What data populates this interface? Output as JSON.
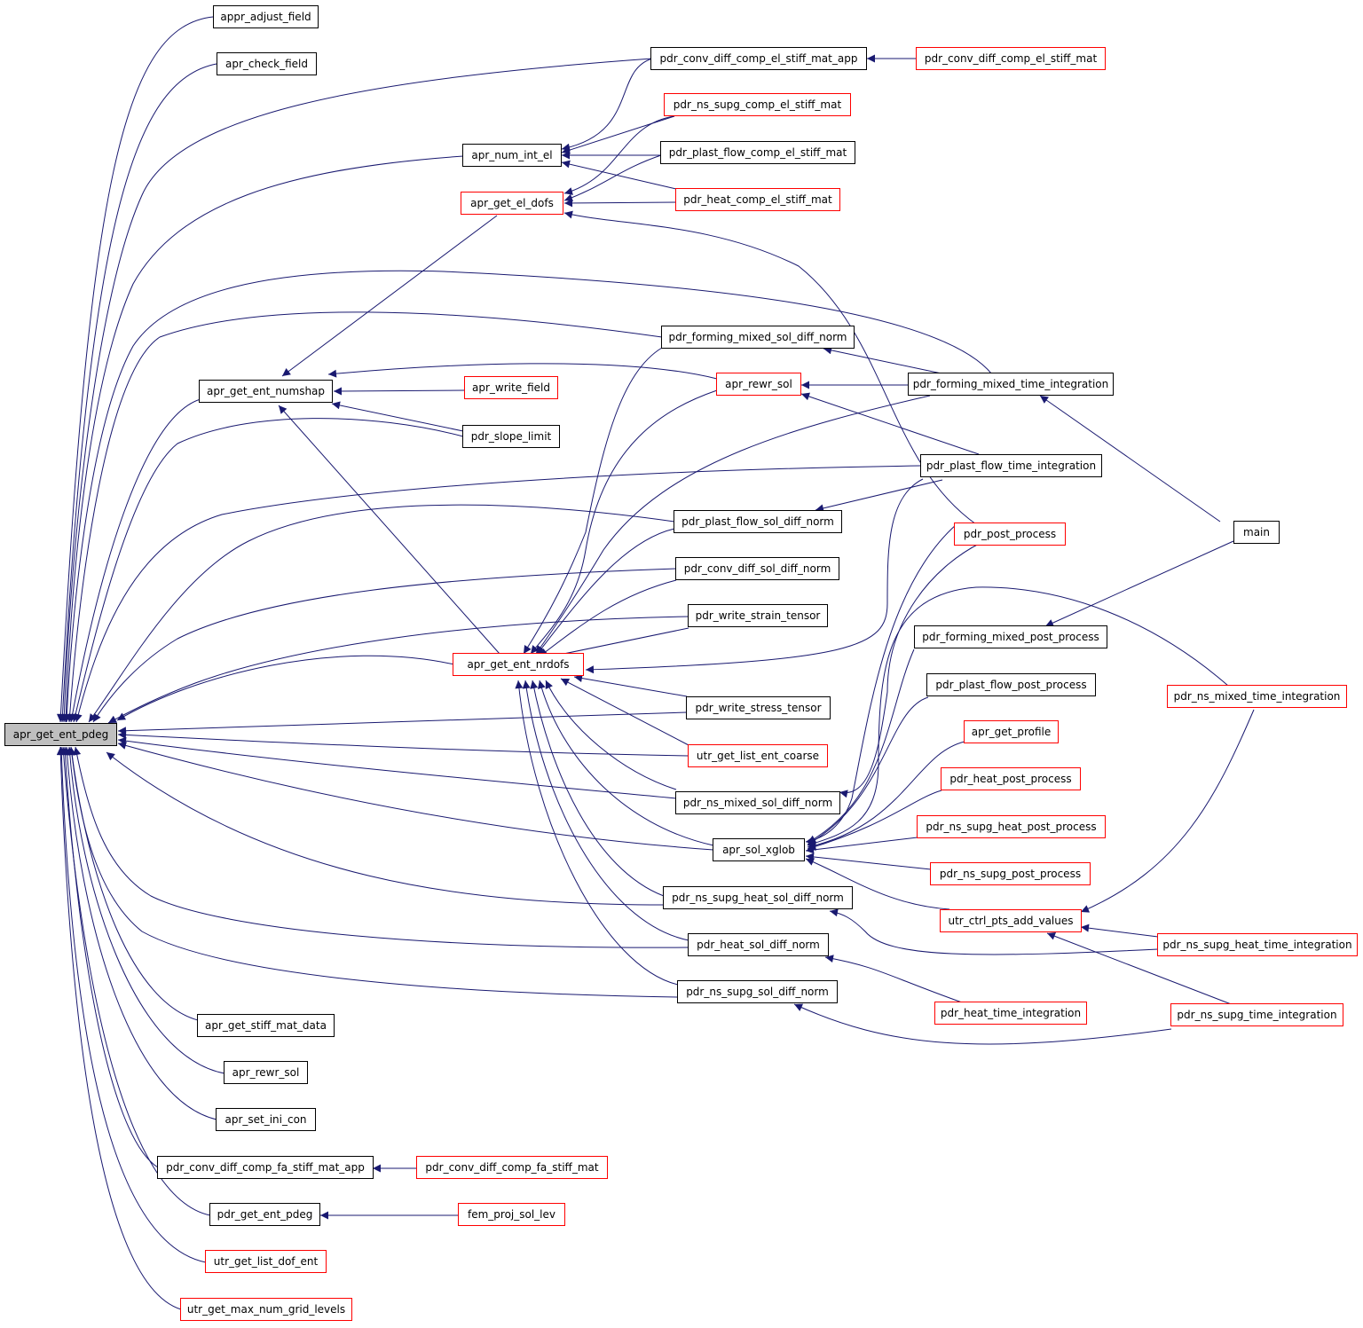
{
  "colors": {
    "edge": "#191970",
    "border_normal": "#000000",
    "border_truncated": "#ff0000",
    "root_fill": "#bfbfbf"
  },
  "nodes": {
    "root": "apr_get_ent_pdeg",
    "n1": "appr_adjust_field",
    "n2": "apr_check_field",
    "n3": "pdr_conv_diff_comp_el_stiff_mat_app",
    "n4": "pdr_conv_diff_comp_el_stiff_mat",
    "n5": "pdr_ns_supg_comp_el_stiff_mat",
    "n6": "apr_num_int_el",
    "n7": "pdr_plast_flow_comp_el_stiff_mat",
    "n8": "apr_get_el_dofs",
    "n9": "pdr_heat_comp_el_stiff_mat",
    "n10": "pdr_forming_mixed_sol_diff_norm",
    "n11": "apr_get_ent_numshap",
    "n12": "apr_write_field",
    "n13": "apr_rewr_sol",
    "n14": "pdr_forming_mixed_time_integration",
    "n15": "pdr_slope_limit",
    "n16": "pdr_plast_flow_time_integration",
    "n17": "pdr_plast_flow_sol_diff_norm",
    "n18": "pdr_post_process",
    "n19": "main",
    "n20": "pdr_conv_diff_sol_diff_norm",
    "n21": "pdr_write_strain_tensor",
    "n22": "pdr_forming_mixed_post_process",
    "n23": "apr_get_ent_nrdofs",
    "n24": "pdr_plast_flow_post_process",
    "n25": "pdr_ns_mixed_time_integration",
    "n26": "pdr_write_stress_tensor",
    "n27": "apr_get_profile",
    "n28": "utr_get_list_ent_coarse",
    "n29": "pdr_heat_post_process",
    "n30": "pdr_ns_mixed_sol_diff_norm",
    "n31": "pdr_ns_supg_heat_post_process",
    "n32": "apr_sol_xglob",
    "n33": "pdr_ns_supg_post_process",
    "n34": "pdr_ns_supg_heat_sol_diff_norm",
    "n35": "utr_ctrl_pts_add_values",
    "n36": "pdr_heat_sol_diff_norm",
    "n37": "pdr_ns_supg_heat_time_integration",
    "n38": "pdr_ns_supg_sol_diff_norm",
    "n39": "pdr_heat_time_integration",
    "n40": "pdr_ns_supg_time_integration",
    "n41": "apr_get_stiff_mat_data",
    "n42": "apr_rewr_sol",
    "n43": "apr_set_ini_con",
    "n44": "pdr_conv_diff_comp_fa_stiff_mat_app",
    "n45": "pdr_conv_diff_comp_fa_stiff_mat",
    "n46": "pdr_get_ent_pdeg",
    "n47": "fem_proj_sol_lev",
    "n48": "utr_get_list_dof_ent",
    "n49": "utr_get_max_num_grid_levels"
  }
}
